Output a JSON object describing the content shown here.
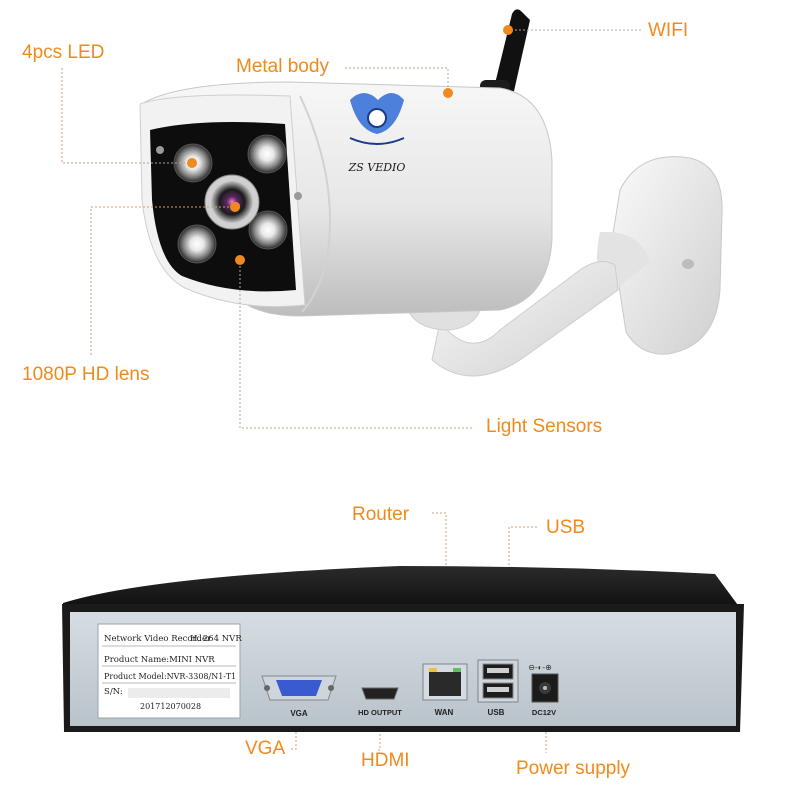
{
  "callouts": {
    "led": "4pcs LED",
    "metal_body": "Metal body",
    "wifi": "WIFI",
    "lens": "1080P HD lens",
    "light_sensors": "Light Sensors",
    "router": "Router",
    "usb": "USB",
    "vga": "VGA",
    "hdmi": "HDMI",
    "power": "Power supply"
  },
  "camera": {
    "logo_text": "ZS VEDIO"
  },
  "nvr": {
    "sticker_title": "Network Video Recorder",
    "sticker_codec": "H. 264 NVR",
    "product_name": "Product Name:MINI NVR",
    "product_model": "Product Model:NVR-3308/N1-T1",
    "sn_label": "S/N:",
    "serial": "201712070028",
    "ports": {
      "vga": "VGA",
      "hd_output": "HD OUTPUT",
      "wan": "WAN",
      "usb": "USB",
      "dc": "DC12V"
    }
  },
  "colors": {
    "accent": "#f08a1c",
    "leader": "#c8a080"
  }
}
